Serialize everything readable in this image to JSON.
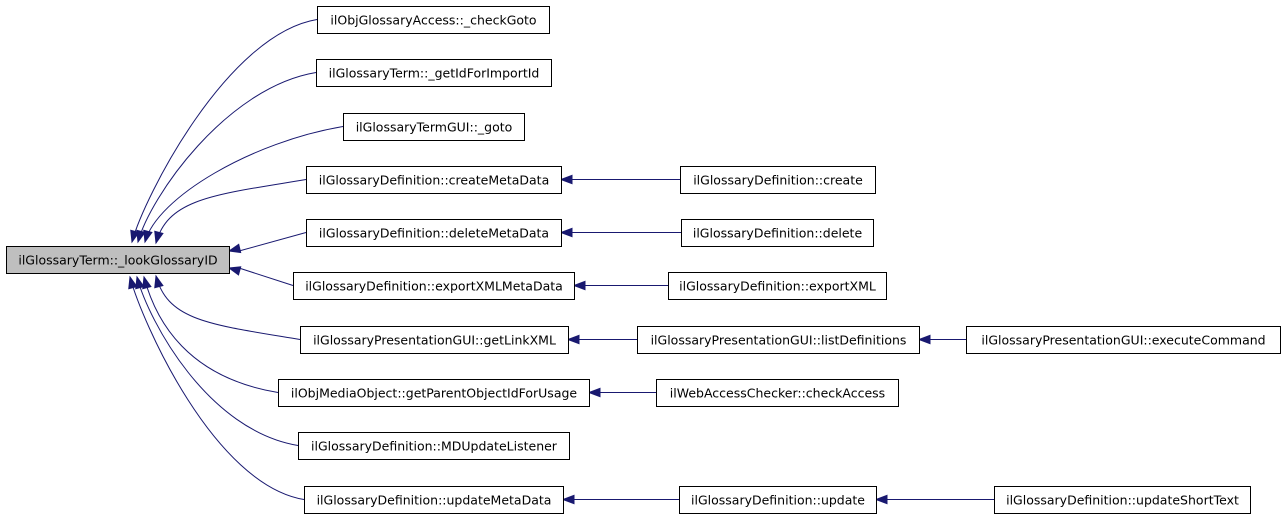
{
  "graph": {
    "edge_color": "#191970",
    "root_fill": "#bfbfbf",
    "nodes": {
      "root": "ilGlossaryTerm::_lookGlossaryID",
      "check_goto": "ilObjGlossaryAccess::_checkGoto",
      "get_id_for_import": "ilGlossaryTerm::_getIdForImportId",
      "term_gui_goto": "ilGlossaryTermGUI::_goto",
      "create_meta": "ilGlossaryDefinition::createMetaData",
      "delete_meta": "ilGlossaryDefinition::deleteMetaData",
      "export_meta": "ilGlossaryDefinition::exportXMLMetaData",
      "get_link_xml": "ilGlossaryPresentationGUI::getLinkXML",
      "get_parent_obj": "ilObjMediaObject::getParentObjectIdForUsage",
      "md_update_listener": "ilGlossaryDefinition::MDUpdateListener",
      "update_meta": "ilGlossaryDefinition::updateMetaData",
      "create": "ilGlossaryDefinition::create",
      "delete": "ilGlossaryDefinition::delete",
      "export_xml": "ilGlossaryDefinition::exportXML",
      "list_definitions": "ilGlossaryPresentationGUI::listDefinitions",
      "check_access": "ilWebAccessChecker::checkAccess",
      "update": "ilGlossaryDefinition::update",
      "execute_command": "ilGlossaryPresentationGUI::executeCommand",
      "update_short_text": "ilGlossaryDefinition::updateShortText"
    },
    "edges": [
      {
        "from": "check_goto",
        "to": "root"
      },
      {
        "from": "get_id_for_import",
        "to": "root"
      },
      {
        "from": "term_gui_goto",
        "to": "root"
      },
      {
        "from": "create_meta",
        "to": "root"
      },
      {
        "from": "delete_meta",
        "to": "root"
      },
      {
        "from": "export_meta",
        "to": "root"
      },
      {
        "from": "get_link_xml",
        "to": "root"
      },
      {
        "from": "get_parent_obj",
        "to": "root"
      },
      {
        "from": "md_update_listener",
        "to": "root"
      },
      {
        "from": "update_meta",
        "to": "root"
      },
      {
        "from": "create",
        "to": "create_meta"
      },
      {
        "from": "delete",
        "to": "delete_meta"
      },
      {
        "from": "export_xml",
        "to": "export_meta"
      },
      {
        "from": "list_definitions",
        "to": "get_link_xml"
      },
      {
        "from": "execute_command",
        "to": "list_definitions"
      },
      {
        "from": "check_access",
        "to": "get_parent_obj"
      },
      {
        "from": "update",
        "to": "update_meta"
      },
      {
        "from": "update_short_text",
        "to": "update"
      }
    ]
  }
}
